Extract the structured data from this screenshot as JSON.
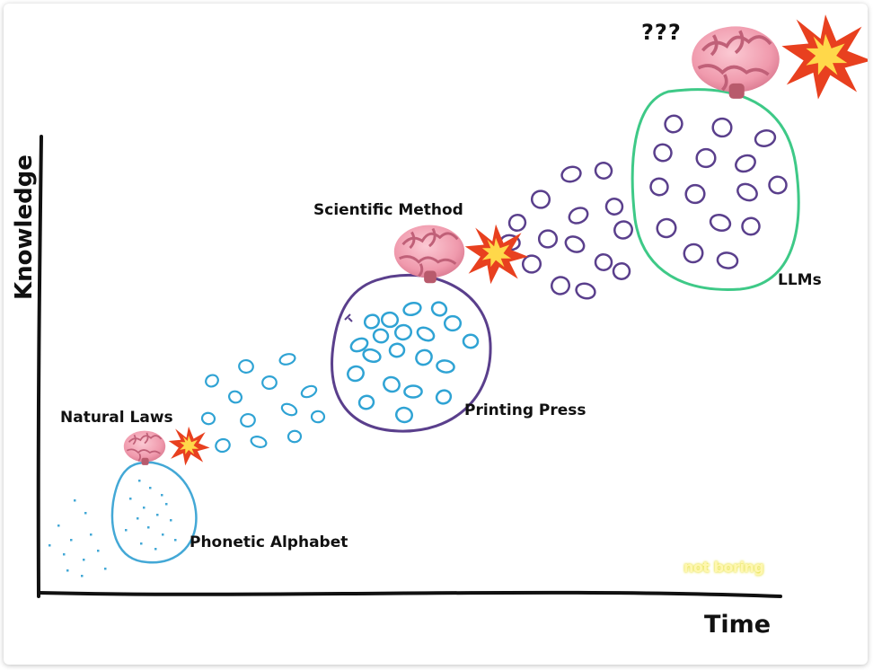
{
  "axes": {
    "y_label": "Knowledge",
    "x_label": "Time"
  },
  "stages": {
    "phonetic_alphabet": "Phonetic Alphabet",
    "natural_laws": "Natural Laws",
    "printing_press": "Printing Press",
    "scientific_method": "Scientific Method",
    "llms": "LLMs",
    "unknown": "???"
  },
  "watermark": "not boring",
  "colors": {
    "alphabet_blob": "#43a8d6",
    "press_blob": "#5a3f8c",
    "llm_blob": "#3ec987",
    "press_dots": "#2fa3d4",
    "llm_dots": "#5a3f8c",
    "brain": "#f4a3b4",
    "explosion_outer": "#e8401f",
    "explosion_inner": "#ffd84a"
  },
  "icons": {
    "brain": "brain-icon",
    "explosion": "explosion-icon"
  }
}
